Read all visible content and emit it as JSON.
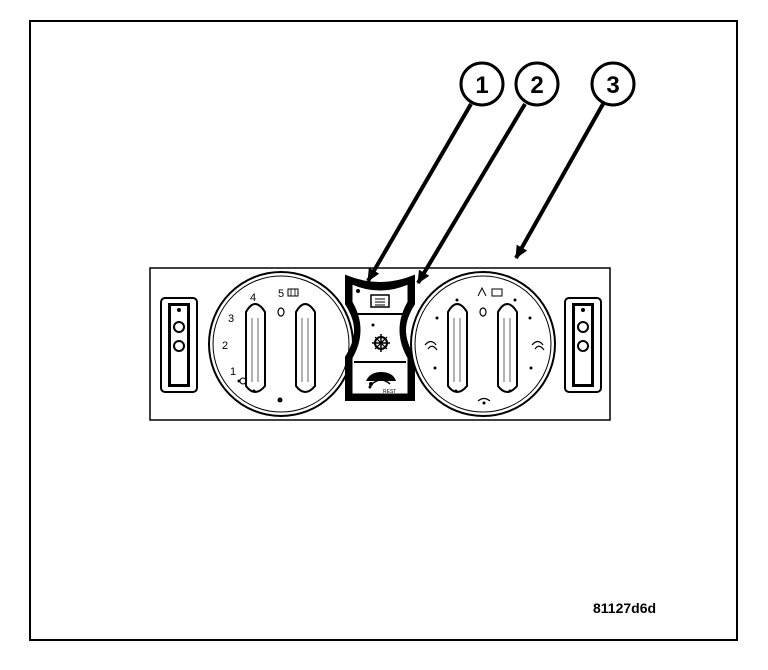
{
  "figure": {
    "id_label": "81127d6d",
    "callouts": [
      {
        "number": "1"
      },
      {
        "number": "2"
      },
      {
        "number": "3"
      }
    ],
    "blower_dial": {
      "speed_labels": [
        "1",
        "2",
        "3",
        "4",
        "5"
      ]
    },
    "center_panel": {
      "rear_defrost_icon": "rear-defrost-icon",
      "ac_icon": "snowflake-icon",
      "recirc_icon": "recirculation-icon",
      "small_text": "REST"
    },
    "colors": {
      "ink": "#000000",
      "panel": "#ffffff"
    }
  }
}
